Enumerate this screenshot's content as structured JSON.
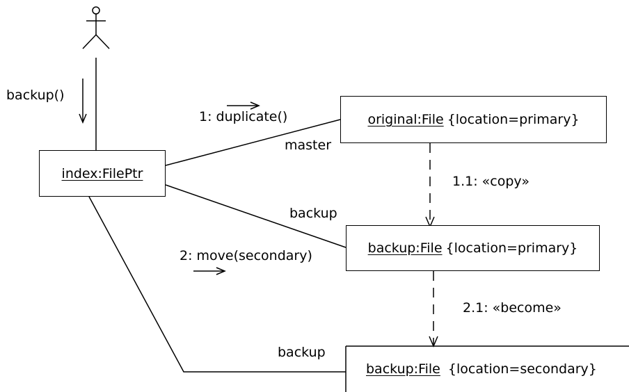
{
  "actor": {
    "icon": "stick-figure-actor-icon"
  },
  "objects": {
    "index": {
      "name": "index:FilePtr"
    },
    "original": {
      "name": "original:File",
      "constraint": "{location=primary}"
    },
    "backup1": {
      "name": "backup:File",
      "constraint": "{location=primary}"
    },
    "backup2": {
      "name": "backup:File",
      "constraint": "{location=secondary}"
    }
  },
  "messages": {
    "backup": "backup()",
    "duplicate": "1: duplicate()",
    "copy": "1.1: «copy»",
    "move": "2: move(secondary)",
    "become": "2.1: «become»"
  },
  "roles": {
    "master": "master",
    "backup_a": "backup",
    "backup_b": "backup"
  }
}
